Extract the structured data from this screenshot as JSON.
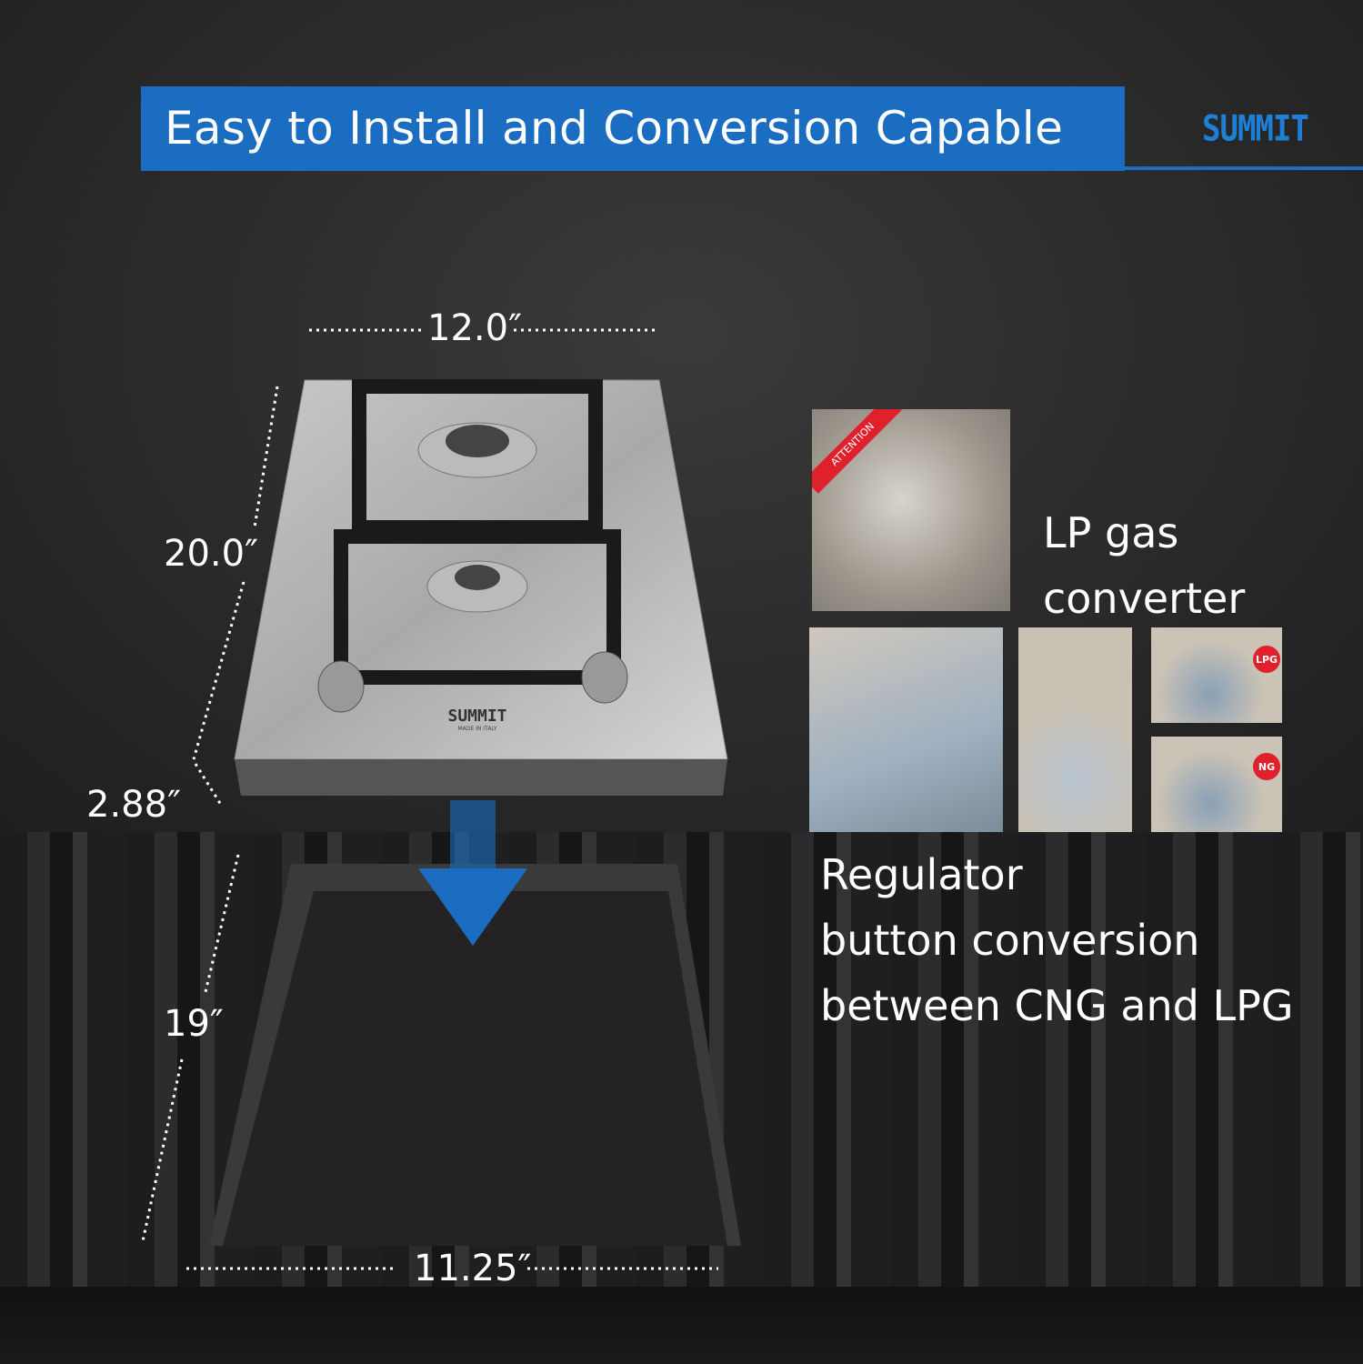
{
  "title": "Easy to Install and Conversion Capable",
  "brand_logo": "SUMMIT",
  "cooktop_brand": "SUMMIT",
  "cooktop_subtitle": "MADE IN ITALY",
  "dimensions": {
    "width": "12.0″",
    "depth": "20.0″",
    "height": "2.88″",
    "cutout_depth": "19″",
    "cutout_width": "11.25″"
  },
  "lp_caption": [
    "LP gas",
    "converter"
  ],
  "regulator_caption": [
    "Regulator",
    "button conversion",
    "between CNG and LPG"
  ],
  "photo_labels": {
    "attention": "ATTENTION",
    "lpg": "LPG",
    "ng": "NG"
  },
  "colors": {
    "accent": "#1b6dc1",
    "badge": "#e0202a"
  }
}
